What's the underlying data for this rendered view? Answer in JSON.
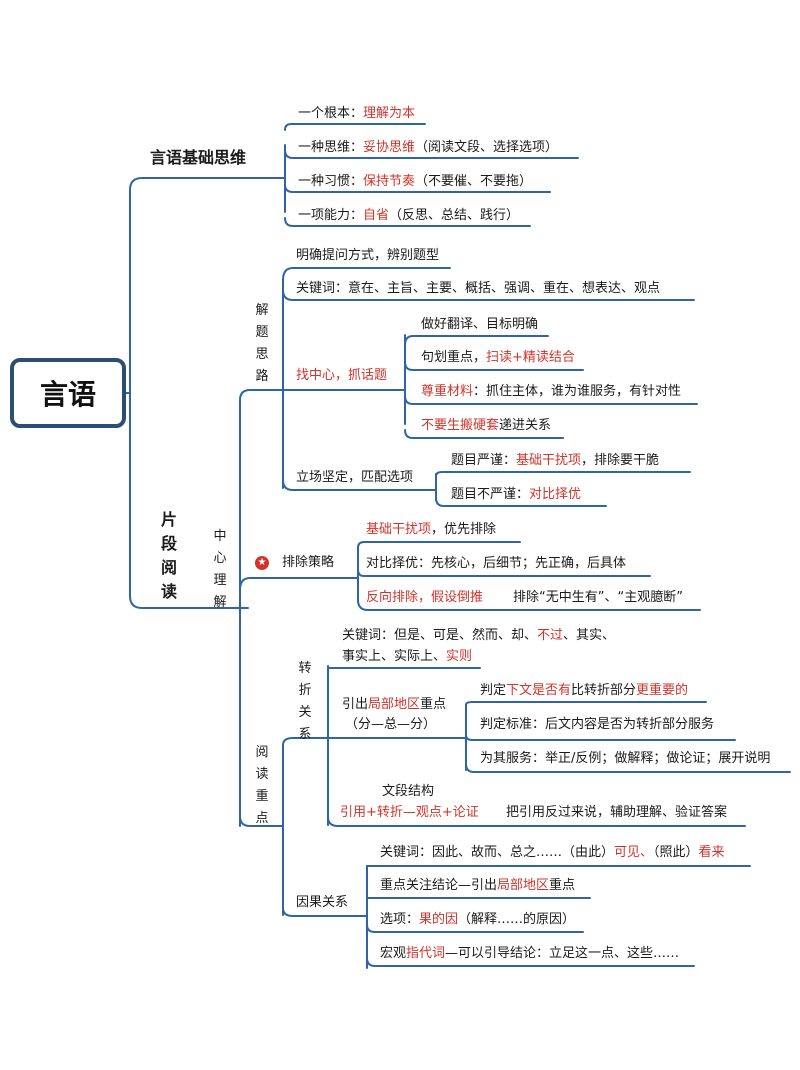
{
  "root": "言语",
  "basic": {
    "title": "言语基础思维",
    "items": [
      {
        "a": "一个根本：",
        "b": "理解为本",
        "c": ""
      },
      {
        "a": "一种思维：",
        "b": "妥协思维",
        "c": "（阅读文段、选择选项）"
      },
      {
        "a": "一种习惯：",
        "b": "保持节奏",
        "c": "（不要催、不要拖）"
      },
      {
        "a": "一项能力：",
        "b": "自省",
        "c": "（反思、总结、践行）"
      }
    ]
  },
  "reading": {
    "title": "片段阅读",
    "center": "中心理解",
    "approach": {
      "label": "解题思路",
      "item1": "明确提问方式，辨别题型",
      "item2": "关键词：意在、主旨、主要、概括、强调、重在、想表达、观点",
      "center_title": "找中心，抓话题",
      "center_items": {
        "i1": "做好翻译、目标明确",
        "i2a": "句划重点，",
        "i2b": "扫读+精读结合",
        "i3a": "尊重材料",
        "i3b": "：抓住主体，谁为谁服务，有针对性",
        "i4a": "不要生搬硬套",
        "i4b": "递进关系"
      },
      "stance_title": "立场坚定，匹配选项",
      "stance_items": {
        "s1a": "题目严谨：",
        "s1b": "基础干扰项",
        "s1c": "，排除要干脆",
        "s2a": "题目不严谨：",
        "s2b": "对比择优"
      }
    },
    "exclusion": {
      "label": "排除策略",
      "star": "★",
      "e1a": "基础干扰项",
      "e1b": "，优先排除",
      "e2": "对比择优：先核心，后细节；先正确，后具体",
      "e3a": "反向排除，假设倒推",
      "e3b": "排除“无中生有”、“主观臆断”"
    },
    "focus": {
      "label": "阅读重点",
      "turn": {
        "label": "转折关系",
        "kw1a": "关键词：但是、可是、然而、却、",
        "kw1b": "不过",
        "kw1c": "、其实、",
        "kw2a": "事实上、实际上、",
        "kw2b": "实则",
        "local_a": "引出",
        "local_b": "局部地区",
        "local_c": "重点",
        "local_sub": "（分—总—分）",
        "j1a": "判定",
        "j1b": "下文是否有",
        "j1c": "比转折部分",
        "j1d": "更重要的",
        "j2": "判定标准：后文内容是否为转折部分服务",
        "j3": "为其服务：举正/反例；做解释；做论证；展开说明",
        "struct_title": "文段结构",
        "struct_red": "引用+转折—观点+论证",
        "struct_desc": "把引用反过来说，辅助理解、验证答案"
      },
      "cause": {
        "label": "因果关系",
        "c1a": "关键词：因此、故而、总之……（由此）",
        "c1b": "可见、",
        "c1c": "（照此）",
        "c1d": "看来",
        "c2a": "重点关注结论—引出",
        "c2b": "局部地区",
        "c2c": "重点",
        "c3a": "选项：",
        "c3b": "果的因",
        "c3c": "（解释……的原因）",
        "c4a": "宏观",
        "c4b": "指代词",
        "c4c": "—可以引导结论：立足这一点、这些……"
      }
    }
  },
  "colors": {
    "line": "#2f65a7",
    "accent": "#d0342c",
    "box": "#2b4f74"
  }
}
